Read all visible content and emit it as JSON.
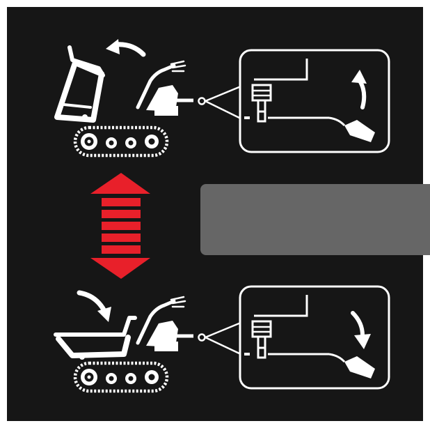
{
  "colors": {
    "background": "#ffffff",
    "panel": "#161616",
    "line_art": "#ffffff",
    "arrow": "#e8202a",
    "blank_label": "#666666"
  },
  "panels": {
    "top": {
      "action": "raise-dump-bed",
      "lever_direction": "up"
    },
    "bottom": {
      "action": "lower-dump-bed",
      "lever_direction": "down"
    }
  },
  "indicator": {
    "type": "double-headed-arrow",
    "orientation": "vertical"
  },
  "label_area": {
    "text": ""
  }
}
